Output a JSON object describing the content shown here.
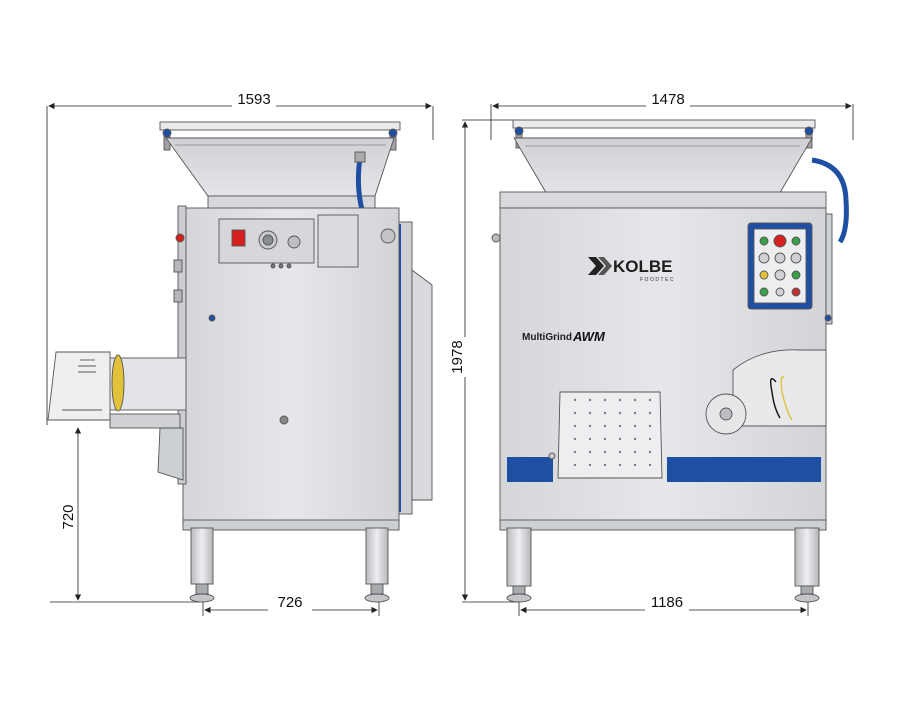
{
  "dimensions": {
    "side_width": "1593",
    "front_width": "1478",
    "total_height": "1978",
    "outlet_height": "720",
    "side_depth_legs": "726",
    "front_width_legs": "1186"
  },
  "brand": {
    "name": "KOLBE",
    "tagline": "FOODTEC",
    "model_prefix": "MultiGrind",
    "model_suffix": "AWM"
  },
  "colors": {
    "body": "#dfe0e3",
    "body_dark": "#c8cacd",
    "accent_blue": "#1f4fa3",
    "outline": "#555555",
    "dim_line": "#222222",
    "stop_red": "#d42020",
    "brass": "#e2c23a"
  }
}
